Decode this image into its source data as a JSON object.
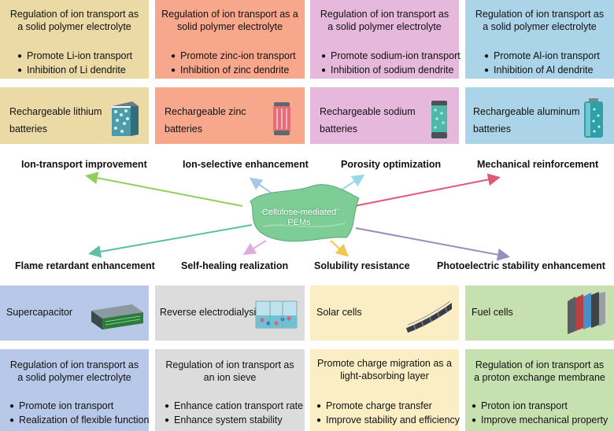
{
  "battery_descriptions": [
    {
      "title": "Regulation of ion transport as a solid polymer electrolyte",
      "bullets": [
        "Promote Li-ion transport",
        "Inhibition of Li dendrite"
      ]
    },
    {
      "title": "Regulation of ion transport as a solid polymer electrolyte",
      "bullets": [
        "Promote zinc-ion transport",
        "Inhibition of zinc dendrite"
      ]
    },
    {
      "title": "Regulation of ion transport as a solid polymer electrolyte",
      "bullets": [
        "Promote sodium-ion transport",
        "Inhibition of sodium dendrite"
      ]
    },
    {
      "title": "Regulation of ion transport as a solid polymer electrolyte",
      "bullets": [
        "Promote Al-ion transport",
        "Inhibition of Al dendrite"
      ]
    }
  ],
  "batteries": [
    {
      "line1": "Rechargeable lithium",
      "line2": "batteries",
      "icon": "lithium-battery-icon"
    },
    {
      "line1": "Rechargeable  zinc",
      "line2": "batteries",
      "icon": "zinc-battery-icon"
    },
    {
      "line1": "Rechargeable sodium",
      "line2": "batteries",
      "icon": "sodium-battery-icon"
    },
    {
      "line1": "Rechargeable aluminum",
      "line2": "batteries",
      "icon": "aluminum-battery-icon"
    }
  ],
  "properties_top": [
    "Ion-transport  improvement",
    "Ion-selective enhancement",
    "Porosity optimization",
    "Mechanical reinforcement"
  ],
  "properties_bottom": [
    "Flame retardant enhancement",
    "Self-healing realization",
    "Solubility resistance",
    "Photoelectric stability enhancement"
  ],
  "center": {
    "line1": "Cellulose-mediated",
    "line2": "PEMs"
  },
  "applications": [
    {
      "label": "Supercapacitor",
      "icon": "supercapacitor-icon"
    },
    {
      "label": "Reverse electrodialysis",
      "icon": "electrodialysis-icon"
    },
    {
      "label": "Solar cells",
      "icon": "solar-panel-icon"
    },
    {
      "label": "Fuel cells",
      "icon": "fuel-cell-icon"
    }
  ],
  "application_descriptions": [
    {
      "title": "Regulation of ion transport as a solid polymer electrolyte",
      "bullets": [
        "Promote ion transport",
        "Realization of flexible function"
      ]
    },
    {
      "title": "Regulation of ion transport as an ion sieve",
      "bullets": [
        "Enhance cation transport rate",
        "Enhance system stability"
      ]
    },
    {
      "title": "Promote charge migration as a light-absorbing layer",
      "bullets": [
        "Promote charge transfer",
        "Improve stability and efficiency"
      ]
    },
    {
      "title": "Regulation of ion transport as a proton exchange membrane",
      "bullets": [
        "Proton ion transport",
        "Improve mechanical property"
      ]
    }
  ],
  "colors": {
    "col1_top": "#ebd9a6",
    "col2_top": "#f7a88c",
    "col3_top": "#e6b8dc",
    "col4_top": "#abd4e8",
    "col1_bottom": "#b8c8e8",
    "col2_bottom": "#dcdcdc",
    "col3_bottom": "#fbeec4",
    "col4_bottom": "#c6e0b0"
  }
}
